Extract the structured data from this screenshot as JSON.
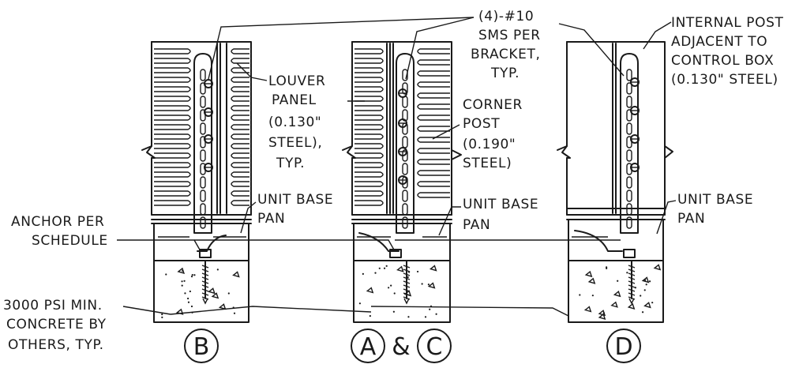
{
  "callouts": {
    "sms_line1": "(4)-#10",
    "sms_line2": "SMS PER",
    "sms_line3": "BRACKET,",
    "sms_line4": "TYP.",
    "internal_line1": "INTERNAL POST",
    "internal_line2": "ADJACENT TO",
    "internal_line3": "CONTROL BOX",
    "internal_line4": "(0.130\" STEEL)",
    "louver_line1": "LOUVER",
    "louver_line2": "PANEL",
    "louver_line3": "(0.130\"",
    "louver_line4": "STEEL),",
    "louver_line5": "TYP.",
    "corner_line1": "CORNER",
    "corner_line2": "POST",
    "corner_line3": "(0.190\"",
    "corner_line4": "STEEL)",
    "basepan_b_line1": "UNIT BASE",
    "basepan_b_line2": "PAN",
    "basepan_ac_line1": "UNIT BASE",
    "basepan_ac_line2": "PAN",
    "basepan_d_line1": "UNIT BASE",
    "basepan_d_line2": "PAN",
    "anchor_line1": "ANCHOR PER",
    "anchor_line2": "SCHEDULE",
    "concrete_line1": "3000 PSI MIN.",
    "concrete_line2": "CONCRETE BY",
    "concrete_line3": "OTHERS, TYP."
  },
  "detail_tags": {
    "b": "B",
    "a": "A",
    "amp": "&",
    "c": "C",
    "d": "D"
  }
}
